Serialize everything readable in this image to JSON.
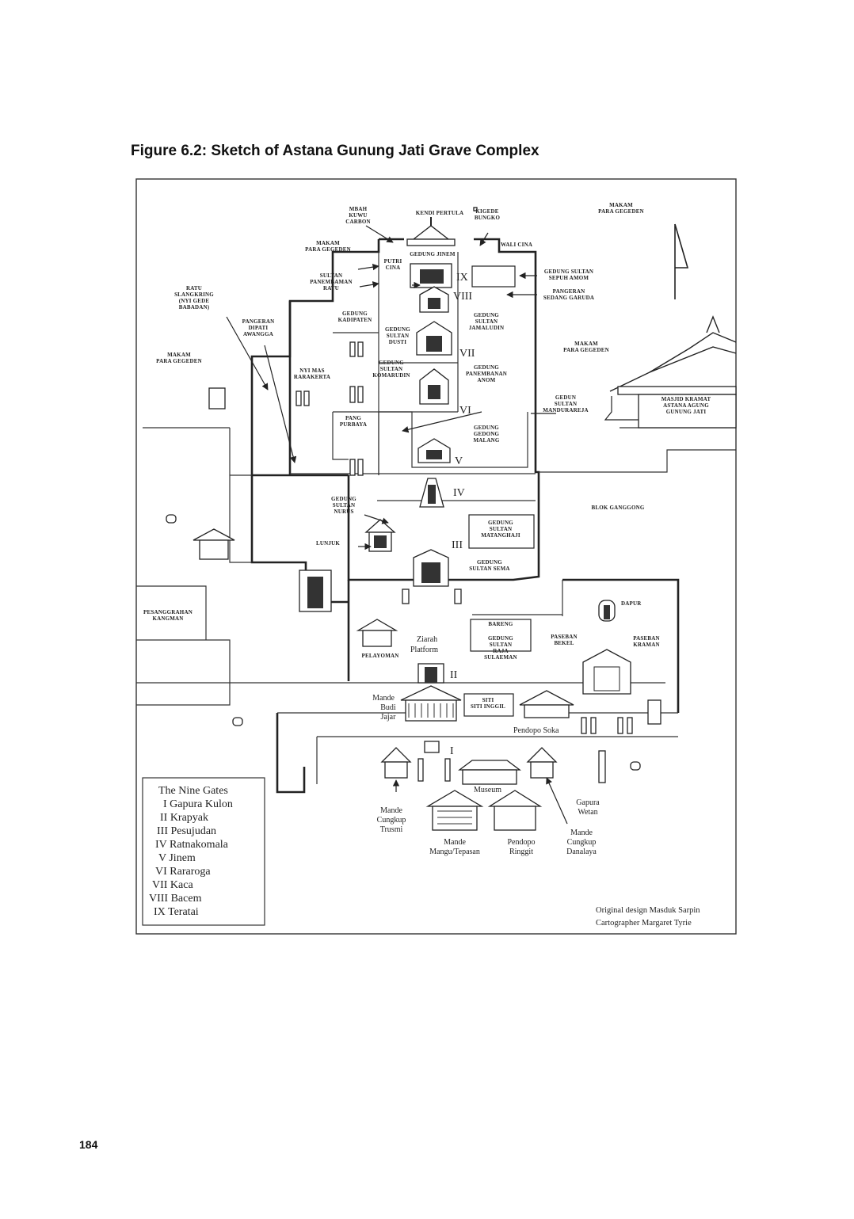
{
  "figure": {
    "title": "Figure 6.2: Sketch of Astana Gunung Jati Grave Complex"
  },
  "page_number": "184",
  "labels": {
    "mbah_kuwu": [
      "MBAH",
      "KUWU",
      "CARBON"
    ],
    "kendi_pertula": "KENDI PERTULA",
    "kigede_bungko": [
      "KIGEDE",
      "BUNGKO"
    ],
    "makam_gegeden_ne": [
      "MAKAM",
      "PARA GEGEDEN"
    ],
    "makam_gegeden_top": [
      "MAKAM",
      "PARA GEGEDEN"
    ],
    "gedung_jinem": "GEDUNG JINEM",
    "wali_cina": "WALI CINA",
    "putri_cina": [
      "PUTRI",
      "CINA"
    ],
    "sultan_panembahan_ratu": [
      "SULTAN",
      "PANEMBAMAN",
      "RATU"
    ],
    "gedung_sultan_sepuh_amom": [
      "GEDUNG SULTAN",
      "SEPUH AMOM"
    ],
    "pangeran_sedang_garuda": [
      "PANGERAN",
      "SEDANG GARUDA"
    ],
    "ratu_slangkring": [
      "RATU",
      "SLANGKRING",
      "(NYI GEDE",
      "BABADAN)"
    ],
    "gedung_kadipaten": [
      "GEDUNG",
      "KADIPATEN"
    ],
    "pangeran_dipati_awangga": [
      "PANGERAN",
      "DIPATI",
      "AWANGGA"
    ],
    "gedung_sultan_dusti": [
      "GEDUNG",
      "SULTAN",
      "DUSTI"
    ],
    "gedung_sultan_jamaludin": [
      "GEDUNG",
      "SULTAN",
      "JAMALUDIN"
    ],
    "makam_gegeden_w": [
      "MAKAM",
      "PARA GEGEDEN"
    ],
    "makam_gegeden_e": [
      "MAKAM",
      "PARA GEGEDEN"
    ],
    "nyi_mas_rarakerta": [
      "NYI MAS",
      "RARAKERTA"
    ],
    "gedung_sultan_komarudin": [
      "GEDUNG",
      "SULTAN",
      "KOMARUDIN"
    ],
    "gedung_panembahan_anom": [
      "GEDUNG",
      "PANEMBANAN",
      "ANOM"
    ],
    "gedung_sultan_mandurareja": [
      "GEDUN",
      "SULTAN",
      "MANDURAREJA"
    ],
    "masjid": [
      "MASJID KRAMAT",
      "ASTANA AGUNG",
      "GUNUNG JATI"
    ],
    "pang_purbaya": [
      "PANG",
      "PURBAYA"
    ],
    "gedung_gedong_malang": [
      "GEDUNG",
      "GEDONG",
      "MALANG"
    ],
    "gedung_sultan_nurus": [
      "GEDUNG",
      "SULTAN",
      "NURUS"
    ],
    "blok_ganggong": "BLOK GANGGONG",
    "lunjuk": "LUNJUK",
    "gedung_sultan_matangaji": [
      "GEDUNG",
      "SULTAN",
      "MATANGHAJI"
    ],
    "gedung_sultan_sema": [
      "GEDUNG",
      "SULTAN SEMA"
    ],
    "pesanggrahan_kangman": [
      "PESANGGRAHAN",
      "KANGMAN"
    ],
    "dapur": "DAPUR",
    "bareng": "BARENG",
    "gedung_sultan_raja_sulaeman": [
      "GEDUNG",
      "SULTAN",
      "RAJA",
      "SULAEMAN"
    ],
    "paseban_bekel": [
      "PASEBAN",
      "BEKEL"
    ],
    "paseban_kraman": [
      "PASEBAN",
      "KRAMAN"
    ],
    "pelayoman": "PELAYOMAN",
    "ziarah_platform": [
      "Ziarah",
      "Platform"
    ],
    "mande_budi_jajar": [
      "Mande",
      "Budi",
      "Jajar"
    ],
    "siti_inggil": [
      "SITI",
      "SITI INGGIL"
    ],
    "pendopo_soka": "Pendopo Soka",
    "museum": "Museum",
    "mande_cungkup_trusmi": [
      "Mande",
      "Cungkup",
      "Trusmi"
    ],
    "gapura_wetan": [
      "Gapura",
      "Wetan"
    ],
    "mande_mangu": [
      "Mande",
      "Mangu/Tepasan"
    ],
    "pendopo_ringgit": [
      "Pendopo",
      "Ringgit"
    ],
    "mande_cungkup_danalaya": [
      "Mande",
      "Cungkup",
      "Danalaya"
    ]
  },
  "gates_roman": [
    "I",
    "II",
    "III",
    "IV",
    "V",
    "VI",
    "VII",
    "VIII",
    "IX"
  ],
  "legend": {
    "title": "The Nine Gates",
    "items": [
      "I Gapura Kulon",
      "II Krapyak",
      "III Pesujudan",
      "IV Ratnakomala",
      "V Jinem",
      "VI Rararoga",
      "VII Kaca",
      "VIII Bacem",
      "IX Teratai"
    ]
  },
  "credits": [
    "Original design Masduk Sarpin",
    "Cartographer Margaret Tyrie"
  ]
}
